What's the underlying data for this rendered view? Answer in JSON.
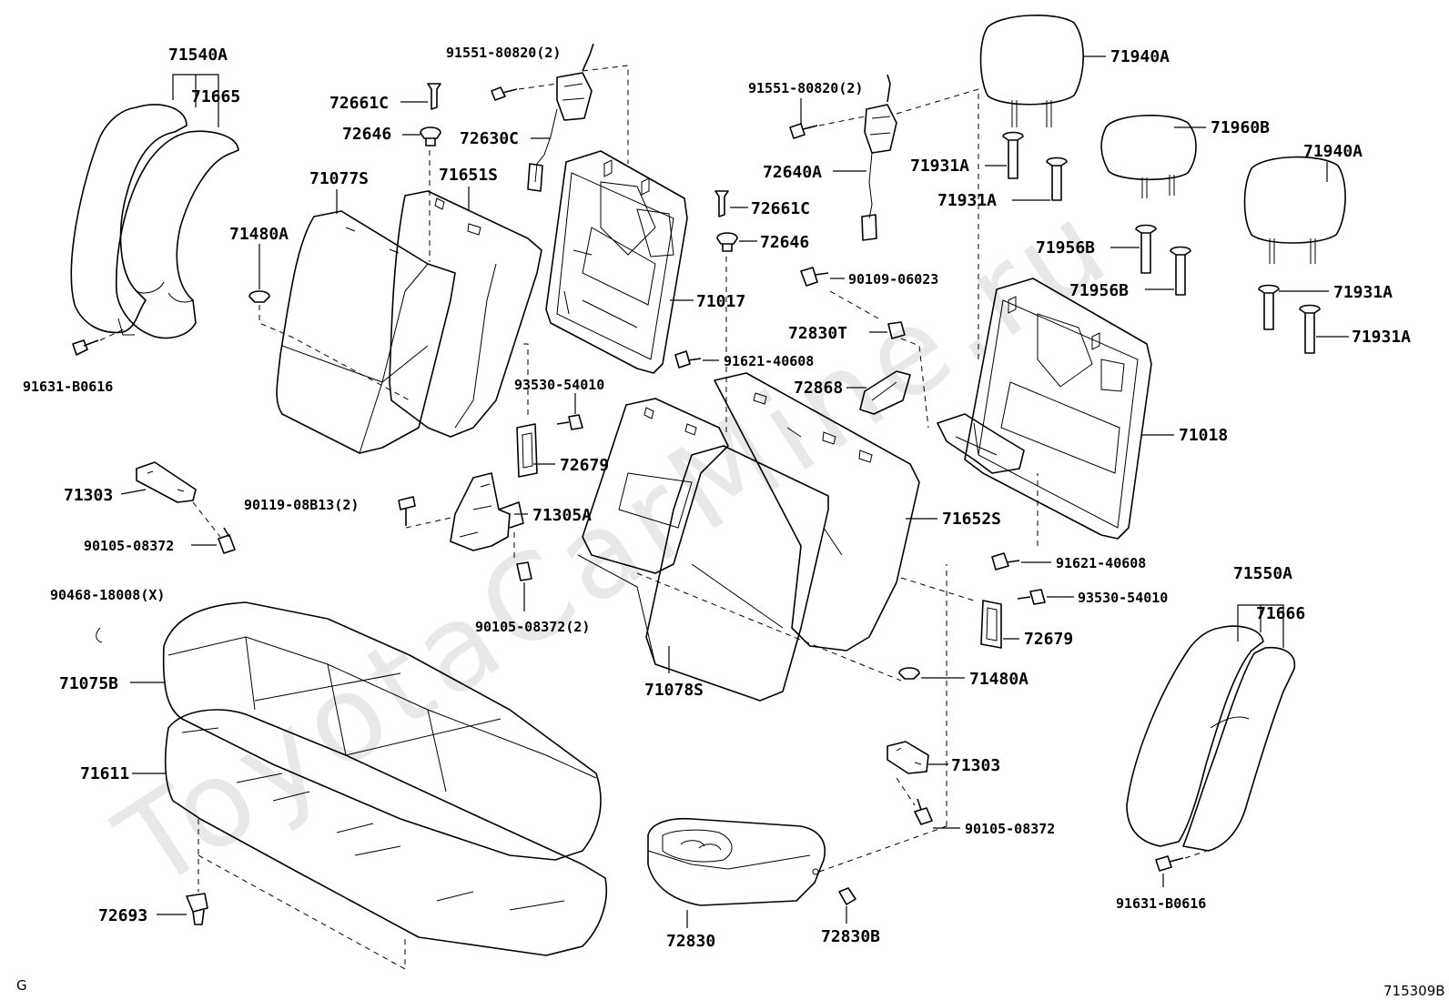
{
  "watermark": "ToyotaCarMine.ru",
  "corner_left": "G",
  "figure_code": "715309B",
  "labels": {
    "l71540A": "71540A",
    "l71665": "71665",
    "l91631a": "91631-B0616",
    "l72661C_1": "72661C",
    "l72646_1": "72646",
    "l91551a": "91551-80820(2)",
    "l72630C": "72630C",
    "l71077S": "71077S",
    "l71651S": "71651S",
    "l71480A_1": "71480A",
    "l71017": "71017",
    "l93530a": "93530-54010",
    "l72679_1": "72679",
    "l71303_1": "71303",
    "l90119": "90119-08B13(2)",
    "l71305A": "71305A",
    "l90105a": "90105-08372",
    "l90105b": "90105-08372(2)",
    "l90468": "90468-18008(X)",
    "l71075B": "71075B",
    "l71611": "71611",
    "l72693": "72693",
    "l91551b": "91551-80820(2)",
    "l72661C_2": "72661C",
    "l72640A": "72640A",
    "l72646_2": "72646",
    "l90109": "90109-06023",
    "l72830T": "72830T",
    "l91621a": "91621-40608",
    "l72868": "72868",
    "l71078S": "71078S",
    "l71652S": "71652S",
    "l72830": "72830",
    "l72830B": "72830B",
    "l71303_2": "71303",
    "l90105c": "90105-08372",
    "l71480A_2": "71480A",
    "l72679_2": "72679",
    "l93530b": "93530-54010",
    "l91621b": "91621-40608",
    "l71018": "71018",
    "l71940A_1": "71940A",
    "l71960B": "71960B",
    "l71940A_2": "71940A",
    "l71931A_1": "71931A",
    "l71931A_2": "71931A",
    "l71956B_1": "71956B",
    "l71956B_2": "71956B",
    "l71931A_3": "71931A",
    "l71931A_4": "71931A",
    "l71550A": "71550A",
    "l71666": "71666",
    "l91631b": "91631-B0616"
  }
}
